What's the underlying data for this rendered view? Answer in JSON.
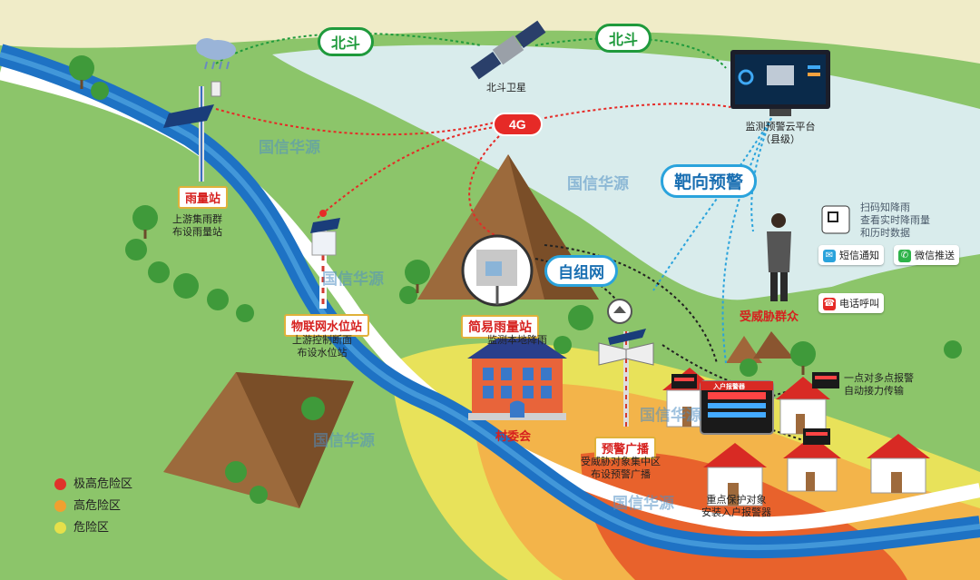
{
  "title": "",
  "network": {
    "beidou_left": "北斗",
    "beidou_right": "北斗",
    "fourg": "4G",
    "targeted_warning": "靶向预警",
    "self_network": "自组网"
  },
  "nodes": {
    "satellite": "北斗卫星",
    "cloud_platform_line1": "监测预警云平台",
    "cloud_platform_line2": "（县级）",
    "rain_station": "雨量站",
    "rain_station_desc1": "上游集雨群",
    "rain_station_desc2": "布设雨量站",
    "water_station": "物联网水位站",
    "water_station_desc1": "上游控制断面",
    "water_station_desc2": "布设水位站",
    "simple_rain": "简易雨量站",
    "simple_rain_desc": "监测本地降雨",
    "village": "村委会",
    "broadcast": "预警广播",
    "broadcast_desc1": "受威胁对象集中区",
    "broadcast_desc2": "布设预警广播",
    "threatened": "受威胁群众",
    "scan_line1": "扫码知降雨",
    "scan_line2": "查看实时降雨量",
    "scan_line3": "和历时数据",
    "sms": "短信通知",
    "wechat": "微信推送",
    "phone": "电话呼叫",
    "household_alarm_device": "入户报警器",
    "one_to_many_line1": "一点对多点报警",
    "one_to_many_line2": "自动接力传输",
    "key_protect_line1": "重点保护对象",
    "key_protect_line2": "安装入户报警器"
  },
  "watermarks": [
    "国信华源",
    "国信华源",
    "国信华源",
    "国信华源",
    "国信华源",
    "国信华源"
  ],
  "legend": [
    {
      "label": "极高危险区",
      "color": "#e0322a"
    },
    {
      "label": "高危险区",
      "color": "#f0a030"
    },
    {
      "label": "危险区",
      "color": "#e6e04a"
    }
  ],
  "colors": {
    "green_link": "#1f9a3c",
    "red_link": "#e62a27",
    "blue_link": "#2aa3dc",
    "river": "#1e72c4",
    "road": "#ffffff",
    "grass": "#8cc56a",
    "lake": "#d9ecec"
  }
}
